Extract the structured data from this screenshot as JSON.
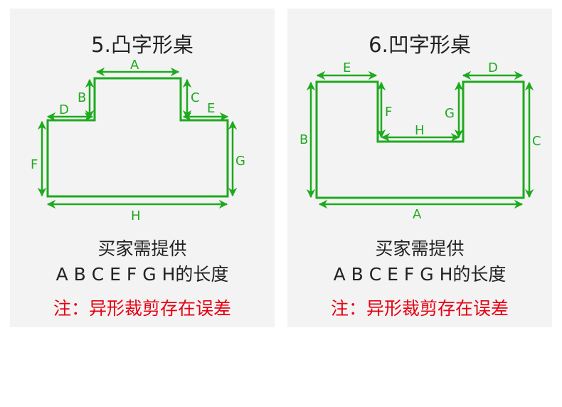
{
  "accent_color": "#1eaa1e",
  "note_color": "#e60012",
  "panels": [
    {
      "title": "5.凸字形桌",
      "labels": {
        "A": "A",
        "B": "B",
        "C": "C",
        "D": "D",
        "E": "E",
        "F": "F",
        "G": "G",
        "H": "H"
      },
      "line1": "买家需提供",
      "line2": "A B C E F G H的长度",
      "note": "注：异形裁剪存在误差"
    },
    {
      "title": "6.凹字形桌",
      "labels": {
        "A": "A",
        "B": "B",
        "C": "C",
        "D": "D",
        "E": "E",
        "F": "F",
        "G": "G",
        "H": "H"
      },
      "line1": "买家需提供",
      "line2": "A B C E F G H的长度",
      "note": "注：异形裁剪存在误差"
    }
  ]
}
